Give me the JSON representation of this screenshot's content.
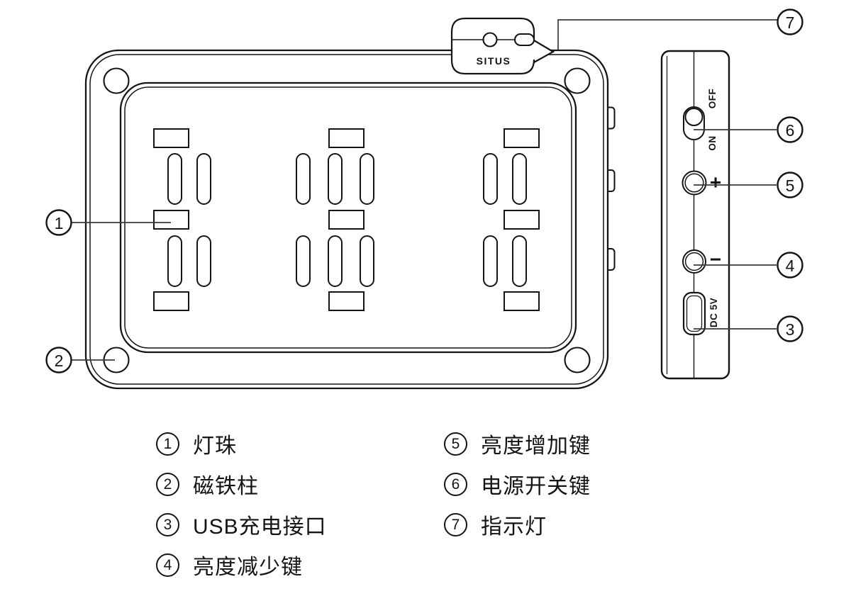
{
  "page": {
    "background": "#ffffff",
    "line_color": "#141414"
  },
  "diagram": {
    "tab": {
      "label": "SITUS"
    },
    "side": {
      "off": "OFF",
      "on": "ON",
      "plus": "+",
      "minus": "−",
      "usb": "DC 5V"
    },
    "callout_numbers": [
      "1",
      "2",
      "3",
      "4",
      "5",
      "6",
      "7"
    ]
  },
  "legend": {
    "items": [
      {
        "num": "1",
        "label": "灯珠"
      },
      {
        "num": "2",
        "label": "磁铁柱"
      },
      {
        "num": "3",
        "label": "USB充电接口"
      },
      {
        "num": "4",
        "label": "亮度减少键"
      },
      {
        "num": "5",
        "label": "亮度增加键"
      },
      {
        "num": "6",
        "label": "电源开关键"
      },
      {
        "num": "7",
        "label": "指示灯"
      }
    ]
  }
}
